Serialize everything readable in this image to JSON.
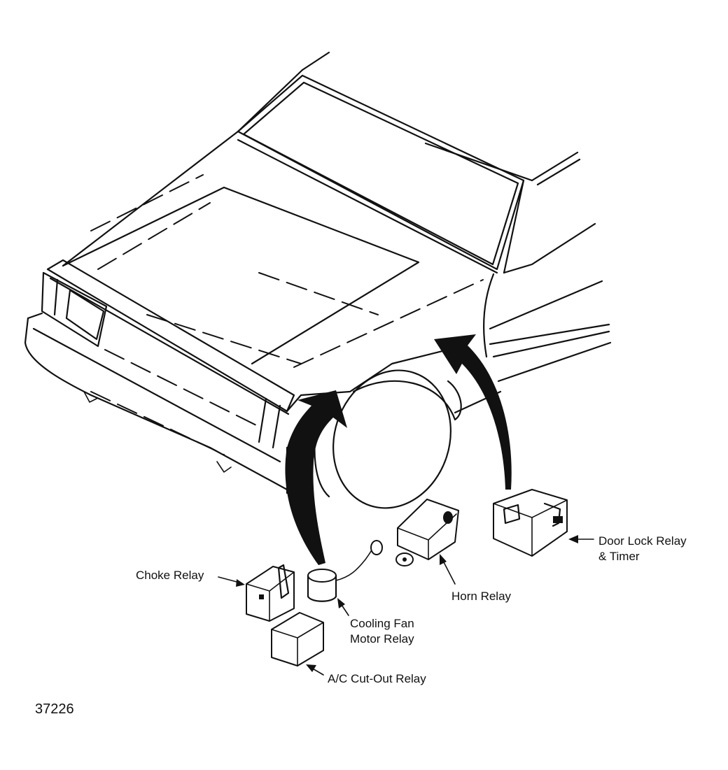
{
  "figure_number": "37226",
  "components": {
    "choke_relay": "Choke Relay",
    "cooling_fan_motor_relay": [
      "Cooling Fan",
      "Motor Relay"
    ],
    "horn_relay": "Horn Relay",
    "door_lock_relay_timer": [
      "Door Lock Relay",
      "& Timer"
    ],
    "ac_cutout_relay": "A/C Cut-Out Relay"
  }
}
